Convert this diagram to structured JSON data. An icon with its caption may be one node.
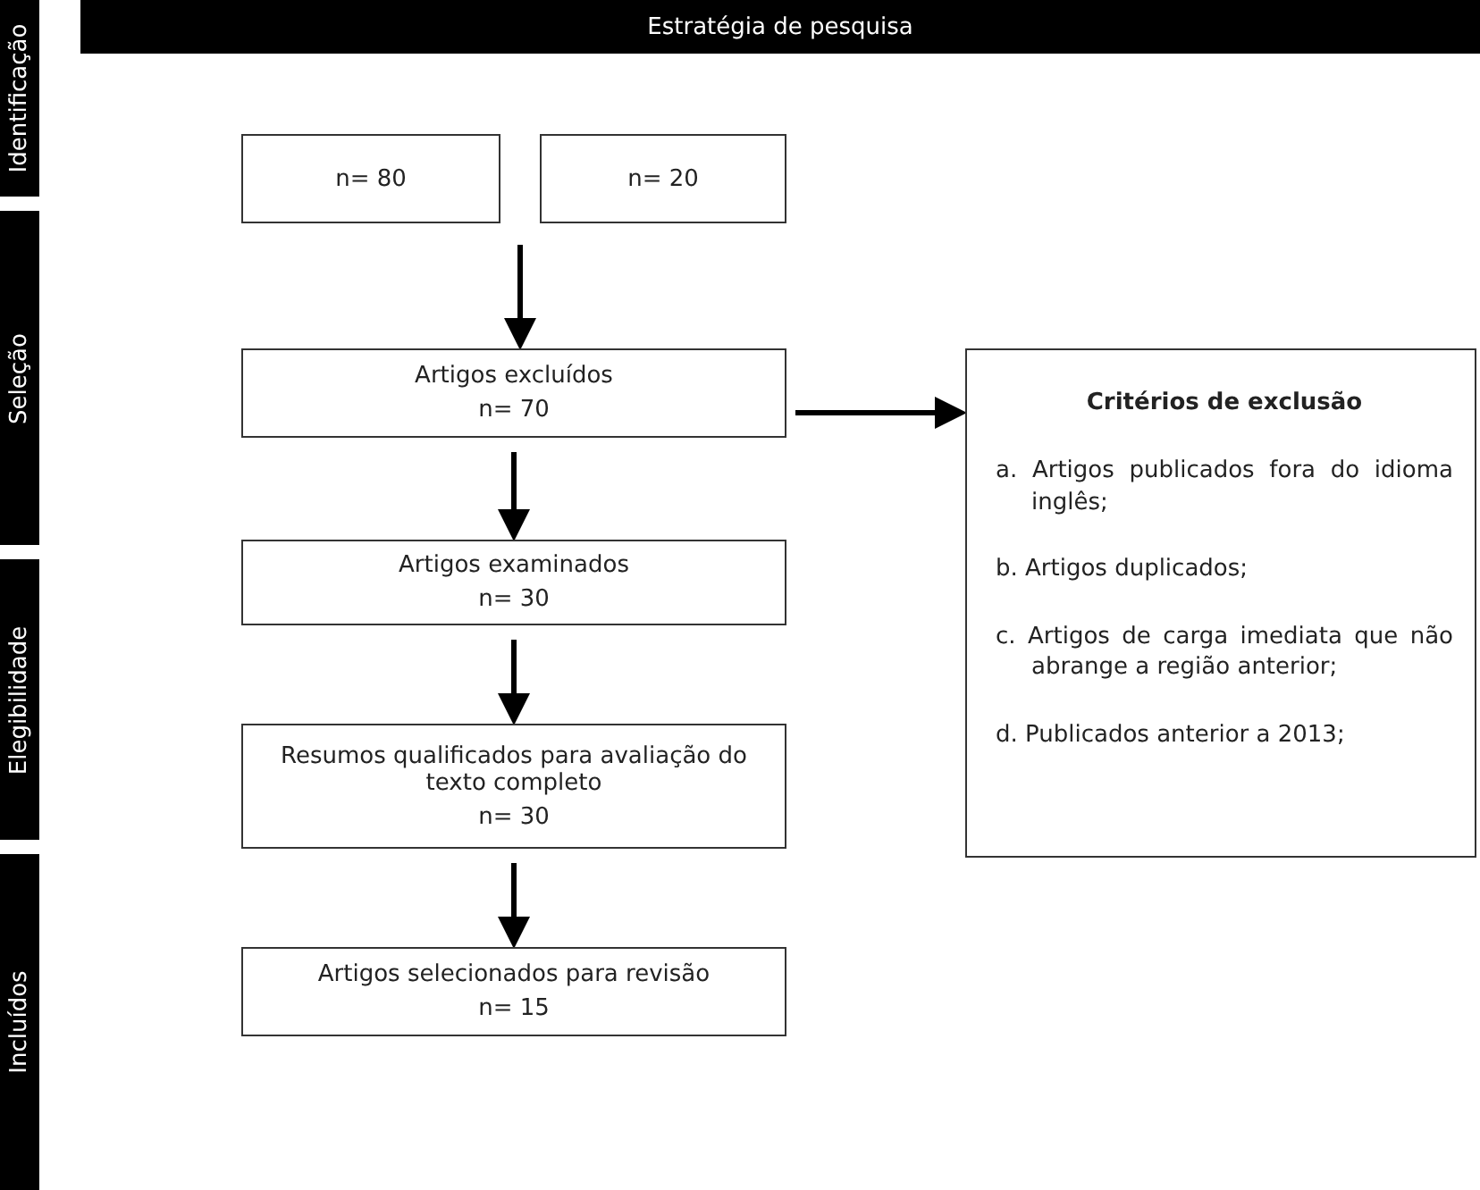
{
  "diagram": {
    "nodes": [
      {
        "text": [
          "Estratégia de pesquisa"
        ]
      },
      {
        "text": [
          "Identificação"
        ]
      },
      {
        "text": [
          "Seleção"
        ]
      },
      {
        "text": [
          "Elegibilidade"
        ]
      },
      {
        "text": [
          "Incluídos"
        ]
      },
      {
        "text": [
          "n= 80"
        ]
      },
      {
        "text": [
          "n= 20"
        ]
      },
      {
        "text": [
          "Artigos excluídos",
          "n= 70"
        ]
      },
      {
        "text": [
          "Artigos examinados",
          "n= 30"
        ]
      },
      {
        "text": [
          "Resumos qualificados para avaliação do texto completo",
          "n= 30"
        ]
      },
      {
        "text": [
          "Artigos selecionados para revisão",
          "n= 15"
        ]
      },
      {
        "text": [
          "Critérios de exclusão",
          "a. Artigos publicados fora do idioma inglês;",
          "b. Artigos duplicados;",
          "c. Artigos de carga imediata que não abrange a região anterior;",
          "d. Publicados anterior a 2013;"
        ]
      }
    ],
    "edges": [
      {
        "from": null,
        "to": 7,
        "arrow": "to"
      },
      {
        "from": 7,
        "to": 8,
        "arrow": "to"
      },
      {
        "from": 8,
        "to": 9,
        "arrow": "to"
      },
      {
        "from": 9,
        "to": 10,
        "arrow": "to"
      },
      {
        "from": 7,
        "to": 11,
        "arrow": "to"
      }
    ]
  }
}
